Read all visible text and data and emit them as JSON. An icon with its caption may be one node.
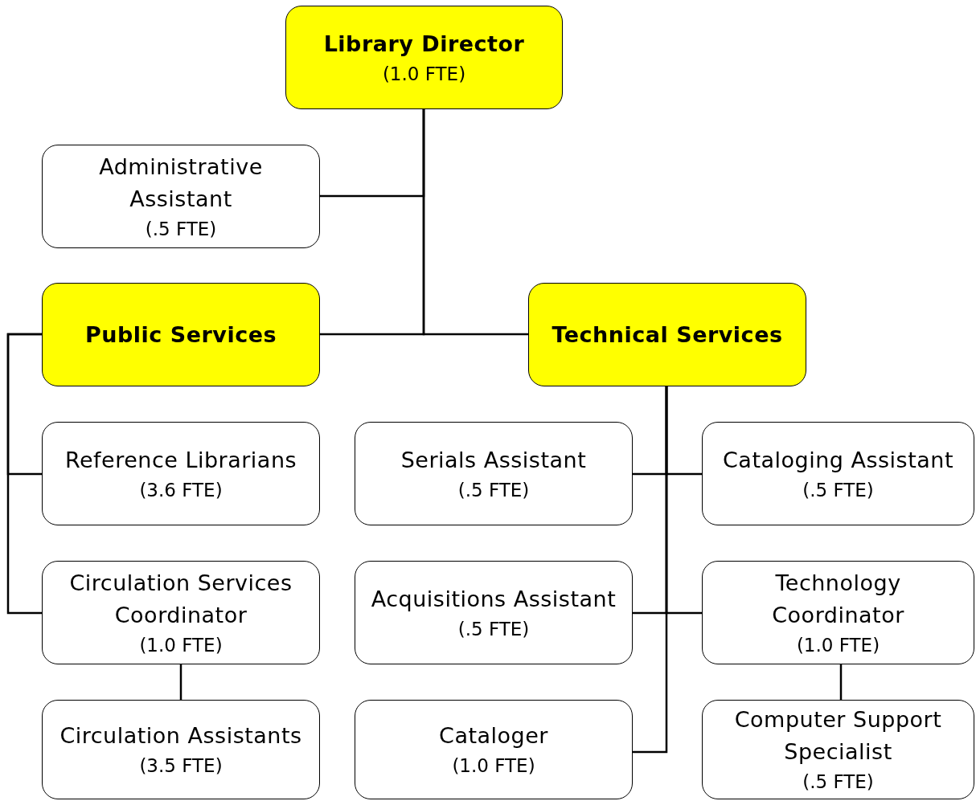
{
  "diagram": {
    "nodes": [
      {
        "text": [
          "Library Director",
          "(1.0 FTE)"
        ]
      },
      {
        "text": [
          "Administrative Assistant",
          "(.5 FTE)"
        ]
      },
      {
        "text": [
          "Public Services"
        ]
      },
      {
        "text": [
          "Technical Services"
        ]
      },
      {
        "text": [
          "Reference Librarians",
          "(3.6 FTE)"
        ]
      },
      {
        "text": [
          "Serials Assistant",
          "(.5 FTE)"
        ]
      },
      {
        "text": [
          "Cataloging Assistant",
          "(.5 FTE)"
        ]
      },
      {
        "text": [
          "Circulation Services Coordinator",
          "(1.0 FTE)"
        ]
      },
      {
        "text": [
          "Acquisitions Assistant",
          "(.5 FTE)"
        ]
      },
      {
        "text": [
          "Technology Coordinator",
          "(1.0 FTE)"
        ]
      },
      {
        "text": [
          "Circulation Assistants",
          "(3.5 FTE)"
        ]
      },
      {
        "text": [
          "Cataloger",
          "(1.0 FTE)"
        ]
      },
      {
        "text": [
          "Computer Support Specialist",
          "(.5 FTE)"
        ]
      }
    ],
    "edges": [
      {
        "from": 0,
        "to": 1,
        "arrow": "none"
      },
      {
        "from": 0,
        "to": 2,
        "arrow": "none"
      },
      {
        "from": 0,
        "to": 3,
        "arrow": "none"
      },
      {
        "from": 2,
        "to": 4,
        "arrow": "none"
      },
      {
        "from": 2,
        "to": 7,
        "arrow": "none"
      },
      {
        "from": 7,
        "to": 10,
        "arrow": "none"
      },
      {
        "from": 3,
        "to": 5,
        "arrow": "none"
      },
      {
        "from": 3,
        "to": 6,
        "arrow": "none"
      },
      {
        "from": 3,
        "to": 8,
        "arrow": "none"
      },
      {
        "from": 3,
        "to": 9,
        "arrow": "none"
      },
      {
        "from": 3,
        "to": 11,
        "arrow": "none"
      },
      {
        "from": 9,
        "to": 12,
        "arrow": "none"
      }
    ]
  }
}
